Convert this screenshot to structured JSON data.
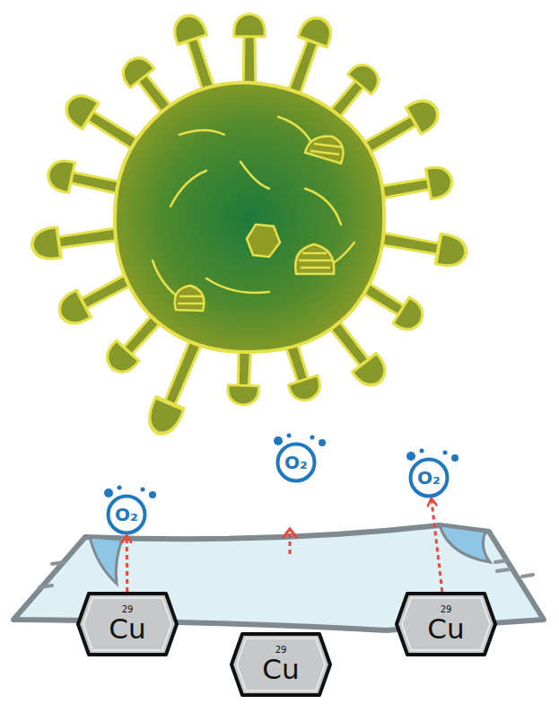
{
  "diagram": {
    "nodes": [
      {
        "text": [
          "O₂"
        ]
      },
      {
        "text": [
          "O₂"
        ]
      },
      {
        "text": [
          "O₂"
        ]
      },
      {
        "text": [
          "29",
          "Cu"
        ]
      },
      {
        "text": [
          "29",
          "Cu"
        ]
      },
      {
        "text": [
          "29",
          "Cu"
        ]
      }
    ],
    "edges": [
      {
        "from": 3,
        "to": 0,
        "arrow": "to"
      },
      {
        "from": 5,
        "to": 2,
        "arrow": "to"
      }
    ]
  }
}
